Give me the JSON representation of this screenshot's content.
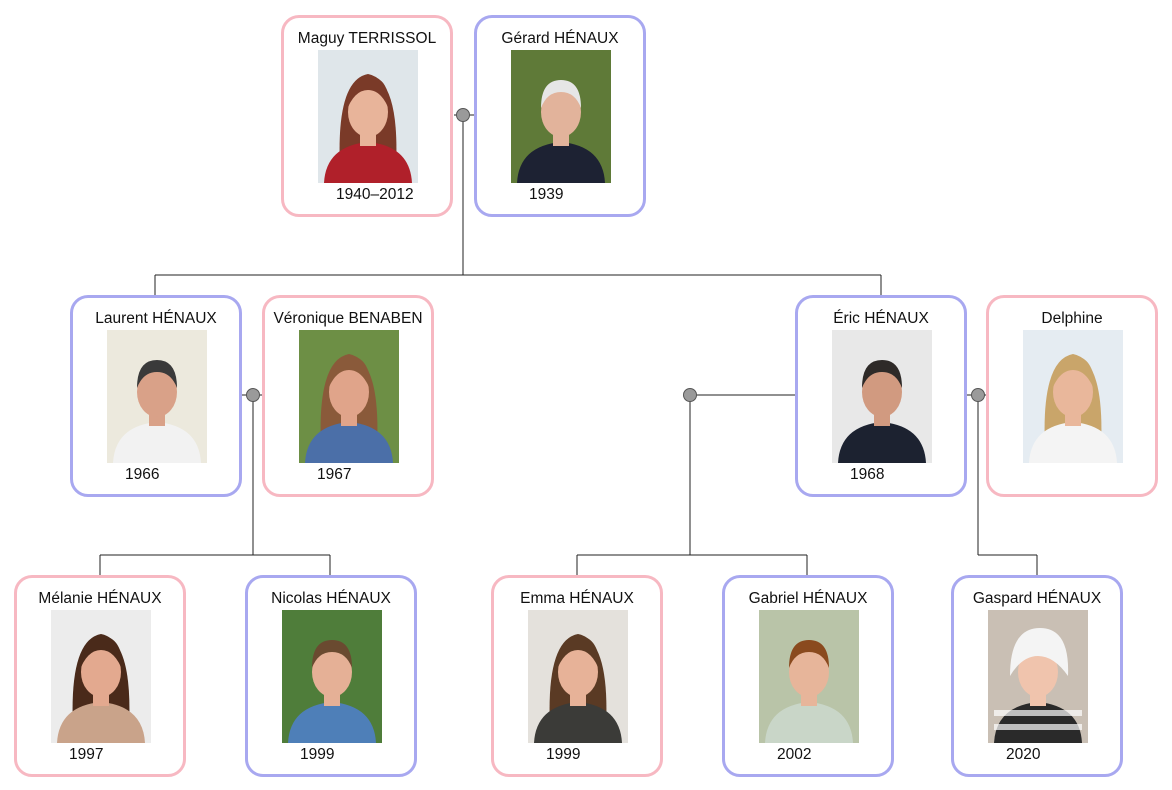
{
  "people": [
    {
      "id": "maguy",
      "name": "Maguy TERRISSOL",
      "years": "1940–2012",
      "gender": "female",
      "photo": "portrait-photo-woman",
      "palette": {
        "bg": "#dfe6ea",
        "skin": "#e8b49a",
        "hair": "#7a3a28",
        "shirt": "#b0202a"
      }
    },
    {
      "id": "gerard",
      "name": "Gérard HÉNAUX",
      "years": "1939",
      "gender": "male",
      "photo": "portrait-photo-man",
      "palette": {
        "bg": "#5f7a38",
        "skin": "#e2b39b",
        "hair": "#e6e6e6",
        "shirt": "#1d2233"
      }
    },
    {
      "id": "laurent",
      "name": "Laurent HÉNAUX",
      "years": "1966",
      "gender": "male",
      "photo": "portrait-photo-man",
      "palette": {
        "bg": "#ece9dd",
        "skin": "#d9a188",
        "hair": "#3a3a3a",
        "shirt": "#f2f2f2"
      }
    },
    {
      "id": "veronique",
      "name": "Véronique BENABEN",
      "years": "1967",
      "gender": "female",
      "photo": "portrait-photo-woman",
      "palette": {
        "bg": "#6d8f45",
        "skin": "#e0a48a",
        "hair": "#8a5a3a",
        "shirt": "#4b6fa8"
      }
    },
    {
      "id": "eric",
      "name": "Éric HÉNAUX",
      "years": "1968",
      "gender": "male",
      "photo": "portrait-photo-man",
      "palette": {
        "bg": "#e8e8e8",
        "skin": "#d19a80",
        "hair": "#2e2a28",
        "shirt": "#1c2230"
      }
    },
    {
      "id": "delphine",
      "name": "Delphine",
      "years": "",
      "gender": "female",
      "photo": "portrait-photo-woman",
      "palette": {
        "bg": "#e5ecf2",
        "skin": "#e9b79b",
        "hair": "#c9a56a",
        "shirt": "#f4f4f4"
      }
    },
    {
      "id": "melanie",
      "name": "Mélanie HÉNAUX",
      "years": "1997",
      "gender": "female",
      "photo": "portrait-photo-woman",
      "palette": {
        "bg": "#ececec",
        "skin": "#e3a98f",
        "hair": "#4a2a1a",
        "shirt": "#c9a38a"
      }
    },
    {
      "id": "nicolas",
      "name": "Nicolas HÉNAUX",
      "years": "1999",
      "gender": "male",
      "photo": "portrait-photo-man",
      "palette": {
        "bg": "#4f7d3a",
        "skin": "#e5b096",
        "hair": "#6a4a30",
        "shirt": "#4e7fb8"
      }
    },
    {
      "id": "emma",
      "name": "Emma HÉNAUX",
      "years": "1999",
      "gender": "female",
      "photo": "portrait-photo-woman",
      "palette": {
        "bg": "#e4e1dc",
        "skin": "#e7b298",
        "hair": "#5a3a24",
        "shirt": "#3b3b38"
      }
    },
    {
      "id": "gabriel",
      "name": "Gabriel HÉNAUX",
      "years": "2002",
      "gender": "male",
      "photo": "portrait-photo-man",
      "palette": {
        "bg": "#b9c4a8",
        "skin": "#e7b59a",
        "hair": "#8a4a1e",
        "shirt": "#c9d6c8"
      }
    },
    {
      "id": "gaspard",
      "name": "Gaspard HÉNAUX",
      "years": "2020",
      "gender": "male",
      "photo": "portrait-photo-baby",
      "palette": {
        "bg": "#c9bfb4",
        "skin": "#f0c4ad",
        "hair": "#f4f4f4",
        "shirt": "#2a2a2a"
      }
    }
  ],
  "colors": {
    "female_border": "#f7b8c2",
    "male_border": "#a8a8f0",
    "connector": "#222222",
    "union_marker": "#9a9a9a"
  }
}
